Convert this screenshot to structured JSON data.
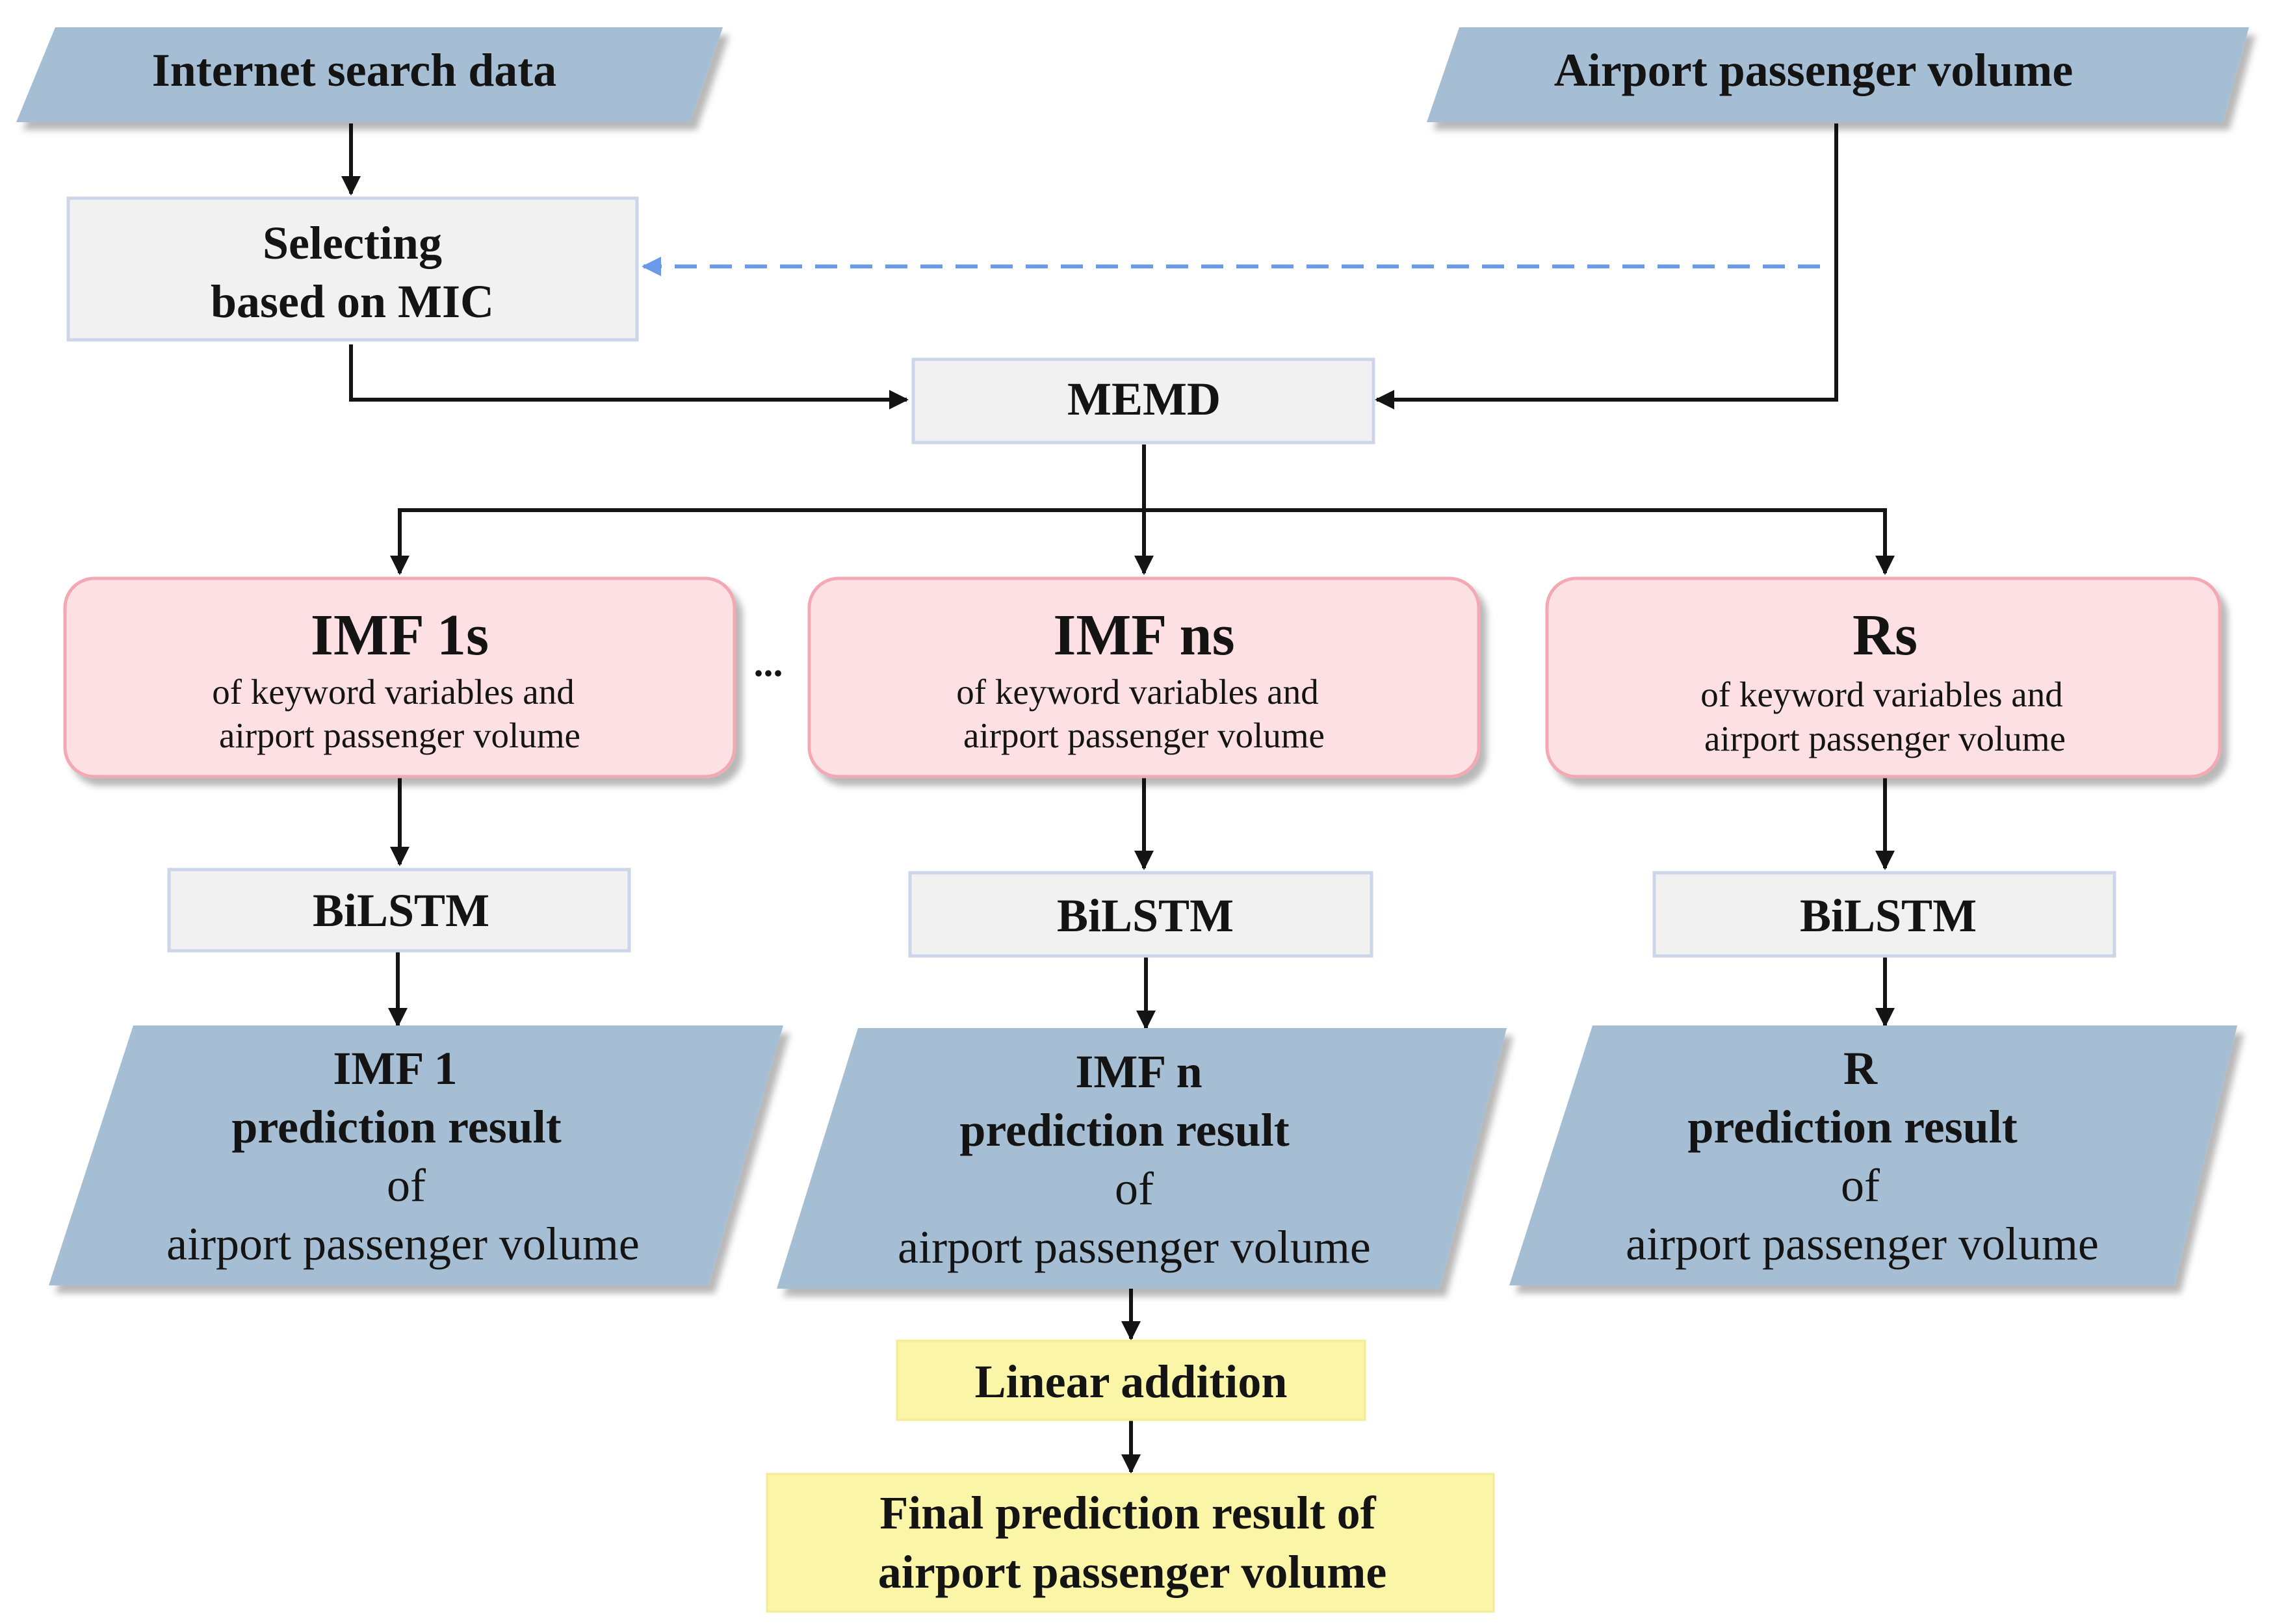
{
  "nodes": {
    "internet_search_data": "Internet search data",
    "airport_passenger_volume": "Airport passenger volume",
    "selecting_mic": {
      "line1": "Selecting",
      "line2": "based on MIC"
    },
    "memd": "MEMD",
    "imf1s": {
      "title": "IMF 1s",
      "line1": "of keyword variables and",
      "line2": "airport passenger volume"
    },
    "ellipsis": "...",
    "imfns": {
      "title": "IMF ns",
      "line1": "of keyword variables and",
      "line2": "airport passenger volume"
    },
    "rs": {
      "title": "Rs",
      "line1": "of keyword variables and",
      "line2": "airport passenger volume"
    },
    "bilstm_1": "BiLSTM",
    "bilstm_n": "BiLSTM",
    "bilstm_r": "BiLSTM",
    "result_1": {
      "title": "IMF 1",
      "line2": "prediction result",
      "line3": "of",
      "line4": "airport passenger volume"
    },
    "result_n": {
      "title": "IMF n",
      "line2": "prediction result",
      "line3": "of",
      "line4": "airport passenger volume"
    },
    "result_r": {
      "title": "R",
      "line2": "prediction result",
      "line3": "of",
      "line4": "airport passenger volume"
    },
    "linear_addition": "Linear addition",
    "final_result": {
      "line1": "Final prediction result of",
      "line2": "airport passenger volume"
    }
  },
  "colors": {
    "parallelogram_fill": "#a6bed3",
    "process_box_fill": "#f1f1f1",
    "component_box_fill": "#fde0e4",
    "component_box_border": "#f2a9b4",
    "output_box_fill": "#fbf5a8",
    "arrow": "#141414",
    "dashed_arrow": "#6b9ae8"
  }
}
